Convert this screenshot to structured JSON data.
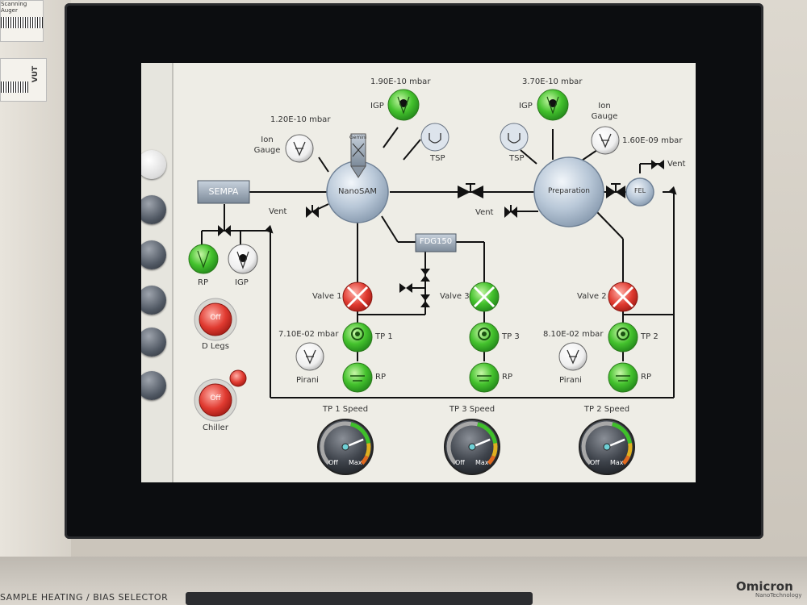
{
  "chambers": {
    "nanosam": "NanoSAM",
    "preparation": "Preparation",
    "fel": "FEL",
    "gemini": "Gemini"
  },
  "components": {
    "sempa": "SEMPA",
    "fdg150": "FDG150"
  },
  "pressures": {
    "nanosam_ion_gauge": "1.20E-10 mbar",
    "nanosam_igp": "1.90E-10 mbar",
    "prep_igp": "3.70E-10 mbar",
    "prep_ion_gauge": "1.60E-09 mbar",
    "tp1_pirani": "7.10E-02 mbar",
    "tp2_pirani": "8.10E-02 mbar"
  },
  "labels": {
    "ion_gauge_1": "Ion",
    "ion_gauge_2": "Gauge",
    "igp": "IGP",
    "tsp": "TSP",
    "vent": "Vent",
    "rp": "RP",
    "pirani": "Pirani",
    "valve1": "Valve 1",
    "valve2": "Valve 2",
    "valve3": "Valve 3",
    "tp1": "TP 1",
    "tp2": "TP 2",
    "tp3": "TP 3",
    "d_legs": "D Legs",
    "chiller": "Chiller",
    "off": "Off"
  },
  "gauges": [
    {
      "title": "TP 1 Speed",
      "min_label": "Off",
      "max_label": "Max",
      "level": 0.75
    },
    {
      "title": "TP 3 Speed",
      "min_label": "Off",
      "max_label": "Max",
      "level": 0.75
    },
    {
      "title": "TP 2 Speed",
      "min_label": "Off",
      "max_label": "Max",
      "level": 0.75
    }
  ],
  "bezel": {
    "brand": "Omicron",
    "brand_sub": "NanoTechnology",
    "bottom_label": "SAMPLE HEATING / BIAS SELECTOR",
    "sticker_top": "Scanning Auger",
    "sticker_mid": "VUT"
  },
  "colors": {
    "pump_on": "#3fbf2a",
    "valve_closed": "#d8302c",
    "valve_open": "#5cc93c",
    "button_off": "#d93a30",
    "chamber": "#b7c6d6",
    "screen_bg": "#eeede6"
  }
}
